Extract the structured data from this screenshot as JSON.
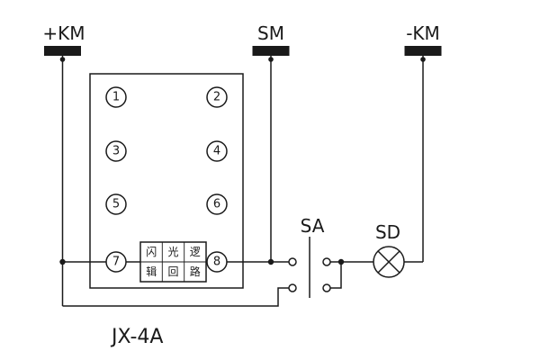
{
  "diagram": {
    "terminals": [
      {
        "label": "+KM"
      },
      {
        "label": "SM"
      },
      {
        "label": "-KM"
      }
    ],
    "relay_box": {
      "contact_labels": [
        "1",
        "2",
        "3",
        "4",
        "5",
        "6",
        "7",
        "8"
      ],
      "logic_cells": [
        "闪",
        "光",
        "逻",
        "辑",
        "回",
        "路"
      ],
      "model": "JX-4A"
    },
    "switch": {
      "label": "SA"
    },
    "lamp": {
      "label": "SD"
    },
    "colors": {
      "line": "#1a1a1a",
      "terminal_fill": "#111111",
      "background": "#ffffff"
    }
  }
}
